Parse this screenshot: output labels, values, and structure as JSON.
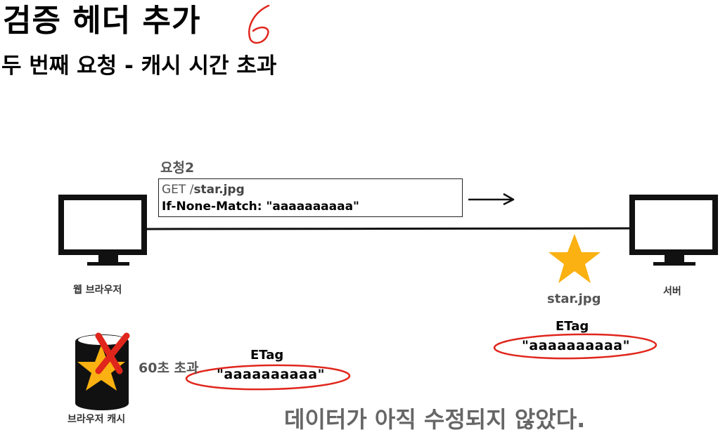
{
  "title": "검증 헤더 추가",
  "title_number": "6",
  "subtitle": "두 번째 요청 - 캐시 시간 초과",
  "request": {
    "label": "요청2",
    "method": "GET /",
    "path": "star.jpg",
    "header": "If-None-Match: \"aaaaaaaaaa\""
  },
  "client": {
    "label": "웹 브라우저"
  },
  "server": {
    "label": "서버",
    "resource": "star.jpg",
    "etag_title": "ETag",
    "etag_value": "\"aaaaaaaaaa\""
  },
  "cache": {
    "label": "브라우저 캐시",
    "expired_text": "60초 초과",
    "etag_title": "ETag",
    "etag_value": "\"aaaaaaaaaa\""
  },
  "footer": "데이터가 아직 수정되지 않았다.",
  "colors": {
    "star": "#FBB111",
    "ellipse": "#E0261C",
    "cross": "#E0261C",
    "text_gray": "#555555"
  },
  "icons": [
    "monitor-icon",
    "star-icon",
    "database-icon",
    "cross-mark-icon",
    "arrow-right-icon"
  ]
}
